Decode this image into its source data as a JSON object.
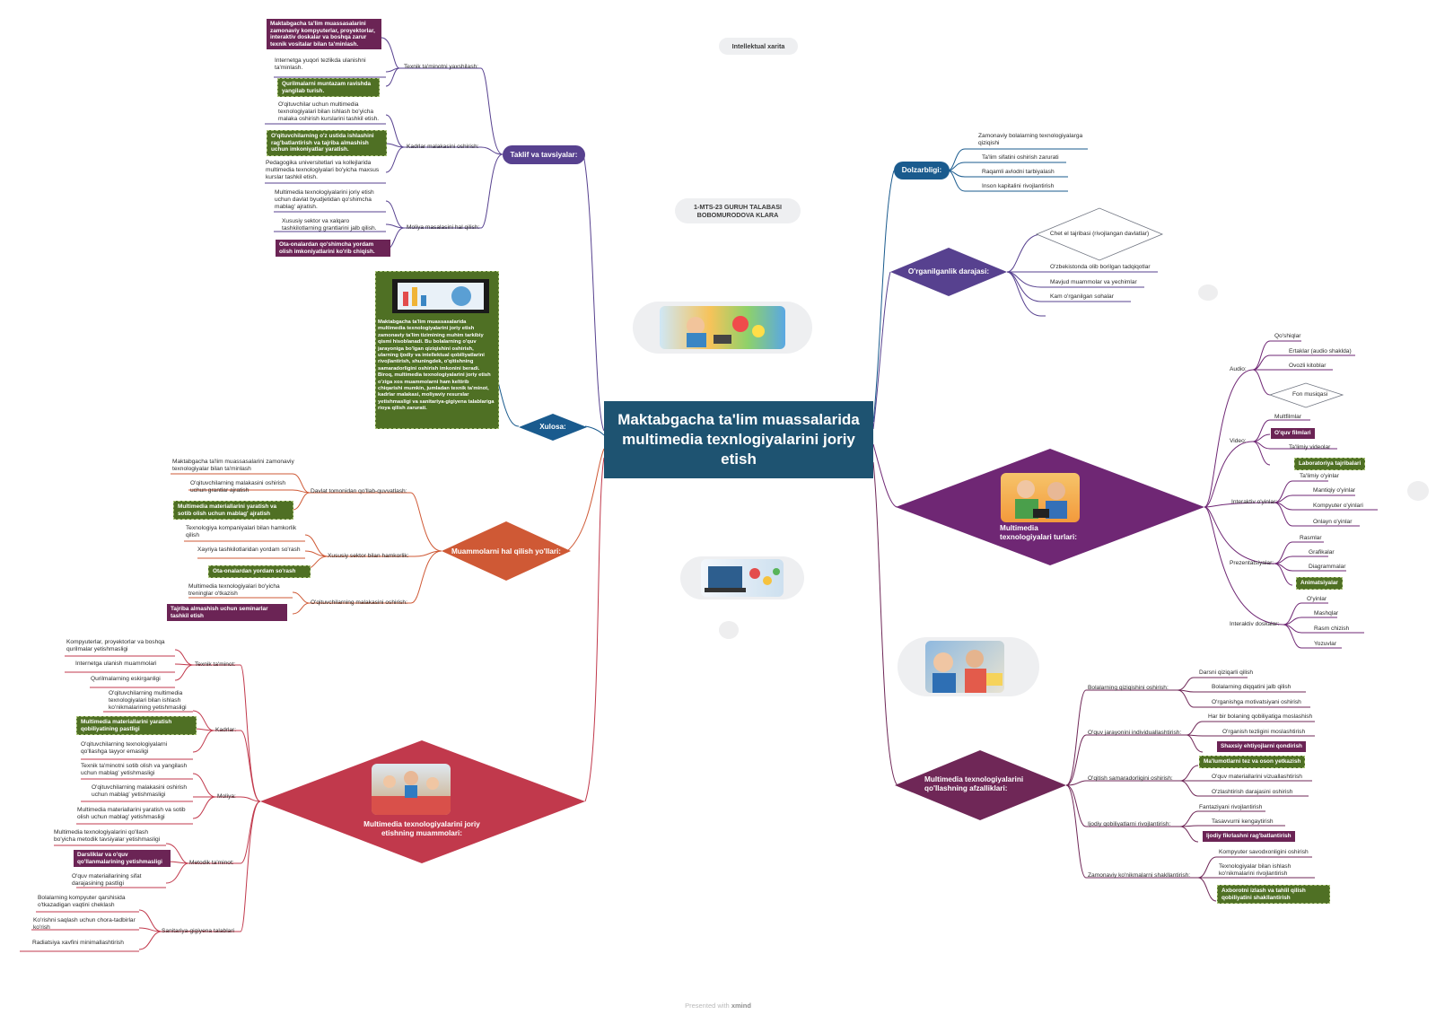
{
  "header": {
    "intellektual": "Intellektual xarita",
    "author": "1-MTS-23 GURUH TALABASI BOBOMURODOVA KLARA",
    "footer_pre": "Presented with",
    "footer_brand": "xmind"
  },
  "central": "Maktabgacha ta'lim muassalarida multimedia texnlogiyalarini joriy etish",
  "taklif": {
    "label": "Taklif va tavsiyalar:",
    "top_note": "Maktabgacha ta'lim muassasalarini zamonaviy kompyuterlar, proyektorlar, interaktiv doskalar va boshqa zarur texnik vositalar bilan ta'minlash.",
    "texnik": {
      "label": "Texnik ta'minotni yaxshilash:",
      "items": [
        "Internetga yuqori tezlikda ulanishni ta'minlash.",
        "Qurilmalarni muntazam ravishda yangilab turish."
      ]
    },
    "kadrlar": {
      "label": "Kadrlar malakasini oshirish:",
      "items": [
        "O'qituvchilar uchun multimedia texnologiyalari bilan ishlash bo'yicha malaka oshirish kurslarini tashkil etish.",
        "O'qituvchilarning o'z ustida ishlashini rag'batlantirish va tajriba almashish uchun imkoniyatlar yaratish.",
        "Pedagogika universitetlari va kollejlarida multimedia texnologiyalari bo'yicha maxsus kurslar tashkil etish."
      ]
    },
    "moliya": {
      "label": "Moliya masalasini hal qilish:",
      "items": [
        "Multimedia texnologiyalarini joriy etish uchun davlat byudjetidan qo'shimcha mablag' ajratish.",
        "Xususiy sektor va xalqaro tashkilotlarning grantlarini jalb qilish.",
        "Ota-onalardan qo'shimcha yordam olish imkoniyatlarini ko'rib chiqish."
      ]
    }
  },
  "xulosa": {
    "label": "Xulosa:",
    "text": "Maktabgacha ta'lim muassasalarida multimedia texnologiyalarini joriy etish zamonaviy ta'lim tizimining muhim tarkibiy qismi hisoblanadi. Bu bolalarning o'quv jarayoniga bo'lgan qiziqishini oshirish, ularning ijodiy va intellektual qobiliyatlarini rivojlantirish, shuningdek, o'qitishning samaradorligini oshirish imkonini beradi. Biroq, multimedia texnologiyalarini joriy etish o'ziga xos muammolarni ham keltirib chiqarishi mumkin, jumladan texnik ta'minot, kadrlar malakasi, moliyaviy resurslar yetishmasligi va sanitariya-gigiyena talablariga rioya qilish zarurati."
  },
  "muammolarni": {
    "label": "Muammolarni hal qilish yo'llari:",
    "davlat": {
      "label": "Davlat tomonidan qo'llab-quvvatlash:",
      "items": [
        "Maktabgacha ta'lim muassasalarini zamonaviy texnologiyalar bilan ta'minlash",
        "O'qituvchilarning malakasini oshirish uchun grantlar ajratish",
        "Multimedia materiallarini yaratish va sotib olish uchun mablag' ajratish"
      ]
    },
    "xususiy": {
      "label": "Xususiy sektor bilan hamkorlik:",
      "items": [
        "Texnologiya kompaniyalari bilan hamkorlik qilish",
        "Xayriya tashkilotlaridan yordam so'rash",
        "Ota-onalardan yordam so'rash"
      ]
    },
    "oqituvchi": {
      "label": "O'qituvchilarning malakasini oshirish:",
      "items": [
        "Multimedia texnologiyalari bo'yicha treninglar o'tkazish",
        "Tajriba almashish uchun seminarlar tashkil etish"
      ]
    }
  },
  "problems": {
    "label": "Multimedia texnologiyalarini joriy etishning muammolari:",
    "texnik": {
      "label": "Texnik ta'minot:",
      "items": [
        "Kompyuterlar, proyektorlar va boshqa qurilmalar yetishmasligi",
        "Internetga ulanish muammolari",
        "Qurilmalarning eskirganligi"
      ]
    },
    "kadrlar": {
      "label": "Kadrlar:",
      "items": [
        "O'qituvchilarning multimedia texnologiyalari bilan ishlash ko'nikmalarining yetishmasligi",
        "Multimedia materiallarini yaratish qobiliyatining pastligi",
        "O'qituvchilarning texnologiyalarni qo'llashga tayyor emasligi"
      ]
    },
    "moliya": {
      "label": "Moliya:",
      "items": [
        "Texnik ta'minotni sotib olish va yangilash uchun mablag' yetishmasligi",
        "O'qituvchilarning malakasini oshirish uchun mablag' yetishmasligi",
        "Multimedia materiallarini yaratish va sotib olish uchun mablag' yetishmasligi"
      ]
    },
    "metodik": {
      "label": "Metodik ta'minot:",
      "items": [
        "Multimedia texnologiyalarini qo'llash bo'yicha metodik tavsiyalar yetishmasligi",
        "Darsliklar va o'quv qo'llanmalarining yetishmasligi",
        "O'quv materiallarining sifat darajasining pastligi"
      ]
    },
    "sanitariya": {
      "label": "Sanitariya-gigiyena talablari",
      "items": [
        "Bolalarning kompyuter qarshisida o'tkazadigan vaqtini cheklash",
        "Ko'rishni saqlash uchun chora-tadbirlar ko'rish",
        "Radiatsiya xavfini minimallashtirish"
      ]
    }
  },
  "dolzarbligi": {
    "label": "Dolzarbligi:",
    "items": [
      "Zamonaviy bolalarning texnologiyalarga qiziqishi",
      "Ta'lim sifatini oshirish zarurati",
      "Raqamli avlodni tarbiyalash",
      "Inson kapitalini rivojlantirish"
    ]
  },
  "organilganlik": {
    "label": "O'rganilganlik darajasi:",
    "items": [
      "Chet el tajribasi (rivojlangan davlatlar)",
      "O'zbekistonda olib borilgan tadqiqotlar",
      "Mavjud muammolar va yechimlar",
      "Kam o'rganilgan sohalar"
    ]
  },
  "turlari": {
    "label": "Multimedia texnologiyalari turlari:",
    "audio": {
      "label": "Audio:",
      "items": [
        "Qo'shiqlar",
        "Ertaklar (audio shaklda)",
        "Ovozli kitoblar",
        "Fon musiqasi"
      ]
    },
    "video": {
      "label": "Video:",
      "items": [
        "Multfilmlar",
        "O'quv filmlari",
        "Ta'limiy videolar",
        "Laboratoriya tajribalari"
      ]
    },
    "interaktiv": {
      "label": "Interaktiv o'yinlar:",
      "items": [
        "Ta'limiy o'yinlar",
        "Mantiqiy o'yinlar",
        "Kompyuter o'yinlari",
        "Onlayn o'yinlar"
      ]
    },
    "prezentatsiya": {
      "label": "Prezentatsiyalar:",
      "items": [
        "Rasmlar",
        "Grafikalar",
        "Diagrammalar",
        "Animatsiyalar"
      ]
    },
    "doska": {
      "label": "Interaktiv doskalar:",
      "items": [
        "O'yinlar",
        "Mashqlar",
        "Rasm chizish",
        "Yozuvlar"
      ]
    }
  },
  "afzallik": {
    "label": "Multimedia texnologiyalarini qo'llashning afzalliklari:",
    "qiziqish": {
      "label": "Bolalarning qiziqishini oshirish:",
      "items": [
        "Darsni qiziqarli qilish",
        "Bolalarning diqqatini jalb qilish",
        "O'rganishga motivatsiyani oshirish"
      ]
    },
    "individual": {
      "label": "O'quv jarayonini individuallashtirish:",
      "items": [
        "Har bir bolaning qobiliyatiga moslashish",
        "O'rganish tezligini moslashtirish",
        "Shaxsiy ehtiyojlarni qondirish"
      ]
    },
    "samaradorlik": {
      "label": "O'qitish samaradorligini oshirish:",
      "items": [
        "Ma'lumotlarni tez va oson yetkazish",
        "O'quv materiallarini vizuallashtirish",
        "O'zlashtirish darajasini oshirish"
      ]
    },
    "ijodiy": {
      "label": "Ijodiy qobiliyatlarni rivojlantirish:",
      "items": [
        "Fantaziyani rivojlantirish",
        "Tasavvurni kengaytirish",
        "Ijodiy fikrlashni rag'batlantirish"
      ]
    },
    "zamonaviy": {
      "label": "Zamonaviy ko'nikmalarni shakllantirish:",
      "items": [
        "Kompyuter savodxonligini oshirish",
        "Texnologiyalar bilan ishlash ko'nikmalarini rivojlantirish",
        "Axborotni izlash va tahlil qilish qobiliyatini shakllantirish"
      ]
    }
  },
  "colors": {
    "central": "#1e5371",
    "taklif": "#57418f",
    "xulosa": "#1a5b8e",
    "muammolarni": "#cf5935",
    "problems": "#c1394c",
    "dolzarbligi": "#1a5b8e",
    "organilganlik": "#57418f",
    "turlari": "#6f2774",
    "afzallik": "#6f2757",
    "mark_purple": "#6b2455",
    "mark_green": "#4f7024"
  },
  "icons": [
    "mindmap-connector",
    "photo-children-computer",
    "photo-laptop-media",
    "photo-kids-classroom",
    "photo-kids-tablet",
    "photo-classroom-teacher"
  ]
}
